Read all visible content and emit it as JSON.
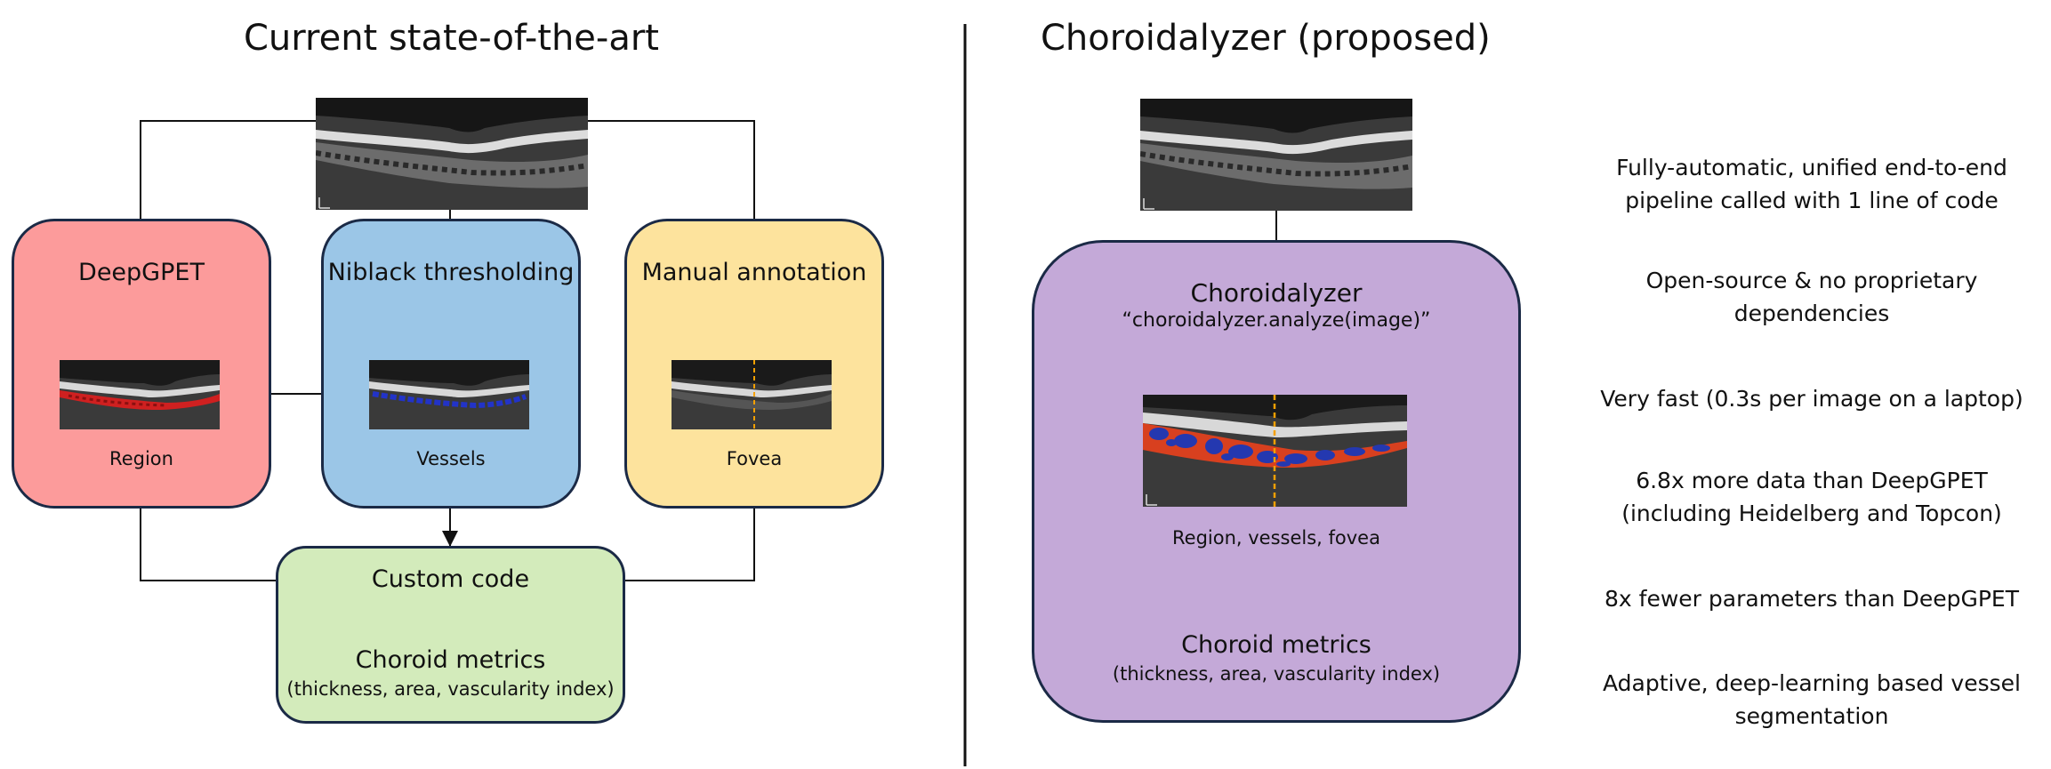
{
  "left": {
    "title": "Current state-of-the-art",
    "deepgpet": {
      "title": "DeepGPET",
      "caption": "Region"
    },
    "niblack": {
      "title": "Niblack thresholding",
      "caption": "Vessels"
    },
    "manual": {
      "title": "Manual annotation",
      "caption": "Fovea"
    },
    "output": {
      "code": "Custom code",
      "metrics": "Choroid metrics",
      "metrics_detail": "(thickness, area, vascularity index)"
    },
    "colors": {
      "deepgpet_box": "#fc9b9b",
      "niblack_box": "#9bc6e7",
      "manual_box": "#fde39d",
      "output_box": "#d3ebbb"
    }
  },
  "right": {
    "title": "Choroidalyzer (proposed)",
    "box": {
      "title": "Choroidalyzer",
      "code": "“choroidalyzer.analyze(image)”",
      "caption": "Region, vessels, fovea",
      "metrics": "Choroid metrics",
      "metrics_detail": "(thickness, area, vascularity index)"
    },
    "colors": {
      "box": "#c4a9d8",
      "region_overlay": "#d8401f",
      "vessel_overlay": "#2438b0",
      "fovea_line": "#f5a000"
    }
  },
  "features": [
    "Fully-automatic, unified end-to-end\npipeline called with 1 line of code",
    "Open-source & no proprietary\ndependencies",
    "Very fast (0.3s per image on a laptop)",
    "6.8x more data than DeepGPET\n(including Heidelberg and Topcon)",
    "8x fewer parameters than DeepGPET",
    "Adaptive, deep-learning based vessel\nsegmentation"
  ]
}
